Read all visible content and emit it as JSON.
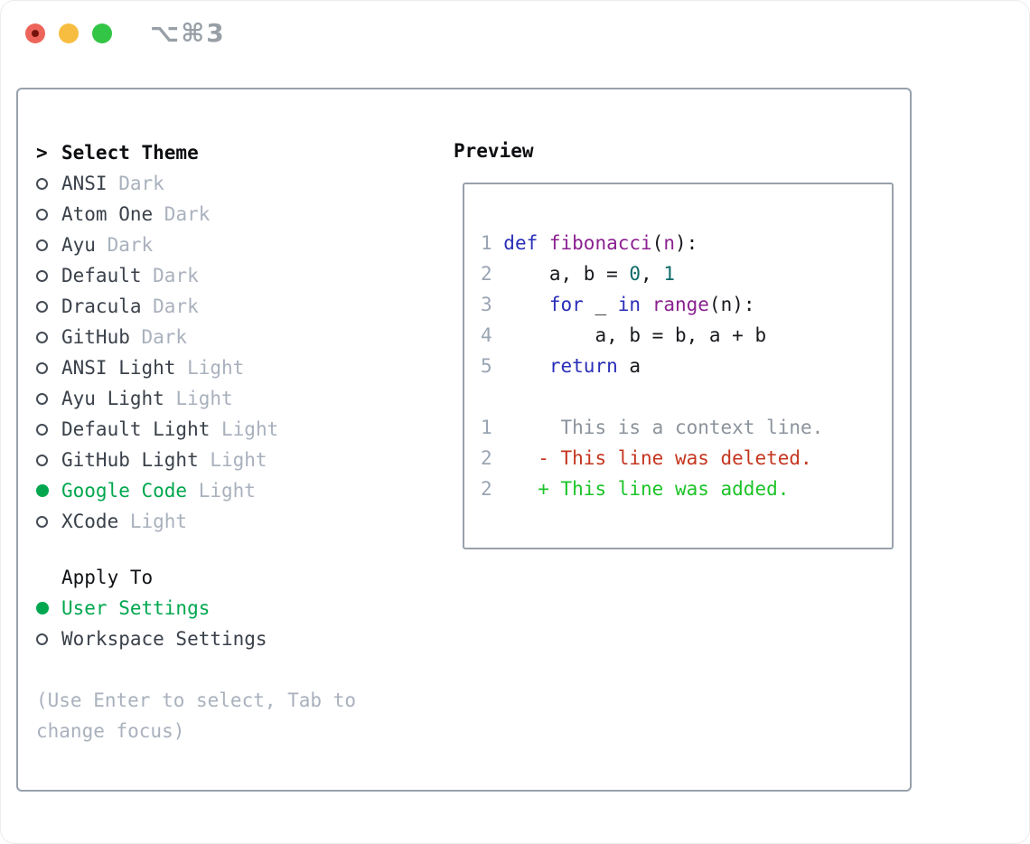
{
  "titlebar": {
    "shortcut": "⌥⌘3",
    "icons": [
      "close-traffic-light",
      "minimize-traffic-light",
      "zoom-traffic-light"
    ]
  },
  "colors": {
    "accent_green": "#00a74f",
    "panel_border": "#98a1ab",
    "item_text": "#3a414a",
    "muted_text": "#a9b1bd",
    "keyword_blue": "#2a2eb8",
    "function_purple": "#8a2190",
    "literal_teal": "#0e6968",
    "line_number_gray": "#9aa5b3",
    "diff_context_gray": "#8b939c",
    "diff_deleted_red": "#c5351f",
    "diff_added_green": "#1cc428",
    "traffic_red": "#ed655a",
    "traffic_yellow": "#f7bd40",
    "traffic_green": "#32c546"
  },
  "theme_selector": {
    "header_prefix": ">",
    "header": "Select Theme",
    "items": [
      {
        "label": "ANSI",
        "variant": "Dark",
        "selected": false
      },
      {
        "label": "Atom One",
        "variant": "Dark",
        "selected": false
      },
      {
        "label": "Ayu",
        "variant": "Dark",
        "selected": false
      },
      {
        "label": "Default",
        "variant": "Dark",
        "selected": false
      },
      {
        "label": "Dracula",
        "variant": "Dark",
        "selected": false
      },
      {
        "label": "GitHub",
        "variant": "Dark",
        "selected": false
      },
      {
        "label": "ANSI Light",
        "variant": "Light",
        "selected": false
      },
      {
        "label": "Ayu Light",
        "variant": "Light",
        "selected": false
      },
      {
        "label": "Default Light",
        "variant": "Light",
        "selected": false
      },
      {
        "label": "GitHub Light",
        "variant": "Light",
        "selected": false
      },
      {
        "label": "Google Code",
        "variant": "Light",
        "selected": true
      },
      {
        "label": "XCode",
        "variant": "Light",
        "selected": false
      }
    ],
    "apply_to": {
      "header": "Apply To",
      "options": [
        {
          "label": "User Settings",
          "selected": true
        },
        {
          "label": "Workspace Settings",
          "selected": false
        }
      ]
    },
    "hint_lines": [
      "(Use Enter to select, Tab to",
      "change focus)"
    ]
  },
  "preview": {
    "header": "Preview",
    "lines": [
      [
        {
          "t": "1 ",
          "c": "num"
        },
        {
          "t": "def ",
          "c": "kw"
        },
        {
          "t": "fibonacci",
          "c": "fn"
        },
        {
          "t": "(",
          "c": "pl"
        },
        {
          "t": "n",
          "c": "fn"
        },
        {
          "t": "):",
          "c": "pl"
        }
      ],
      [
        {
          "t": "2 ",
          "c": "num"
        },
        {
          "t": "    a, b = ",
          "c": "pl"
        },
        {
          "t": "0",
          "c": "lit"
        },
        {
          "t": ", ",
          "c": "pl"
        },
        {
          "t": "1",
          "c": "lit"
        }
      ],
      [
        {
          "t": "3 ",
          "c": "num"
        },
        {
          "t": "    ",
          "c": "pl"
        },
        {
          "t": "for",
          "c": "kw"
        },
        {
          "t": " _ ",
          "c": "pl"
        },
        {
          "t": "in",
          "c": "kw"
        },
        {
          "t": " ",
          "c": "pl"
        },
        {
          "t": "range",
          "c": "fn"
        },
        {
          "t": "(n):",
          "c": "pl"
        }
      ],
      [
        {
          "t": "4 ",
          "c": "num"
        },
        {
          "t": "        a, b = b, a + b",
          "c": "pl"
        }
      ],
      [
        {
          "t": "5 ",
          "c": "num"
        },
        {
          "t": "    ",
          "c": "pl"
        },
        {
          "t": "return",
          "c": "kw"
        },
        {
          "t": " a",
          "c": "pl"
        }
      ],
      [],
      [
        {
          "t": "1",
          "c": "num"
        },
        {
          "t": "      This is a context line.",
          "c": "ctx"
        }
      ],
      [
        {
          "t": "2",
          "c": "num"
        },
        {
          "t": "    - This line was deleted.",
          "c": "del"
        }
      ],
      [
        {
          "t": "2",
          "c": "num"
        },
        {
          "t": "    + This line was added.",
          "c": "add"
        }
      ]
    ]
  }
}
